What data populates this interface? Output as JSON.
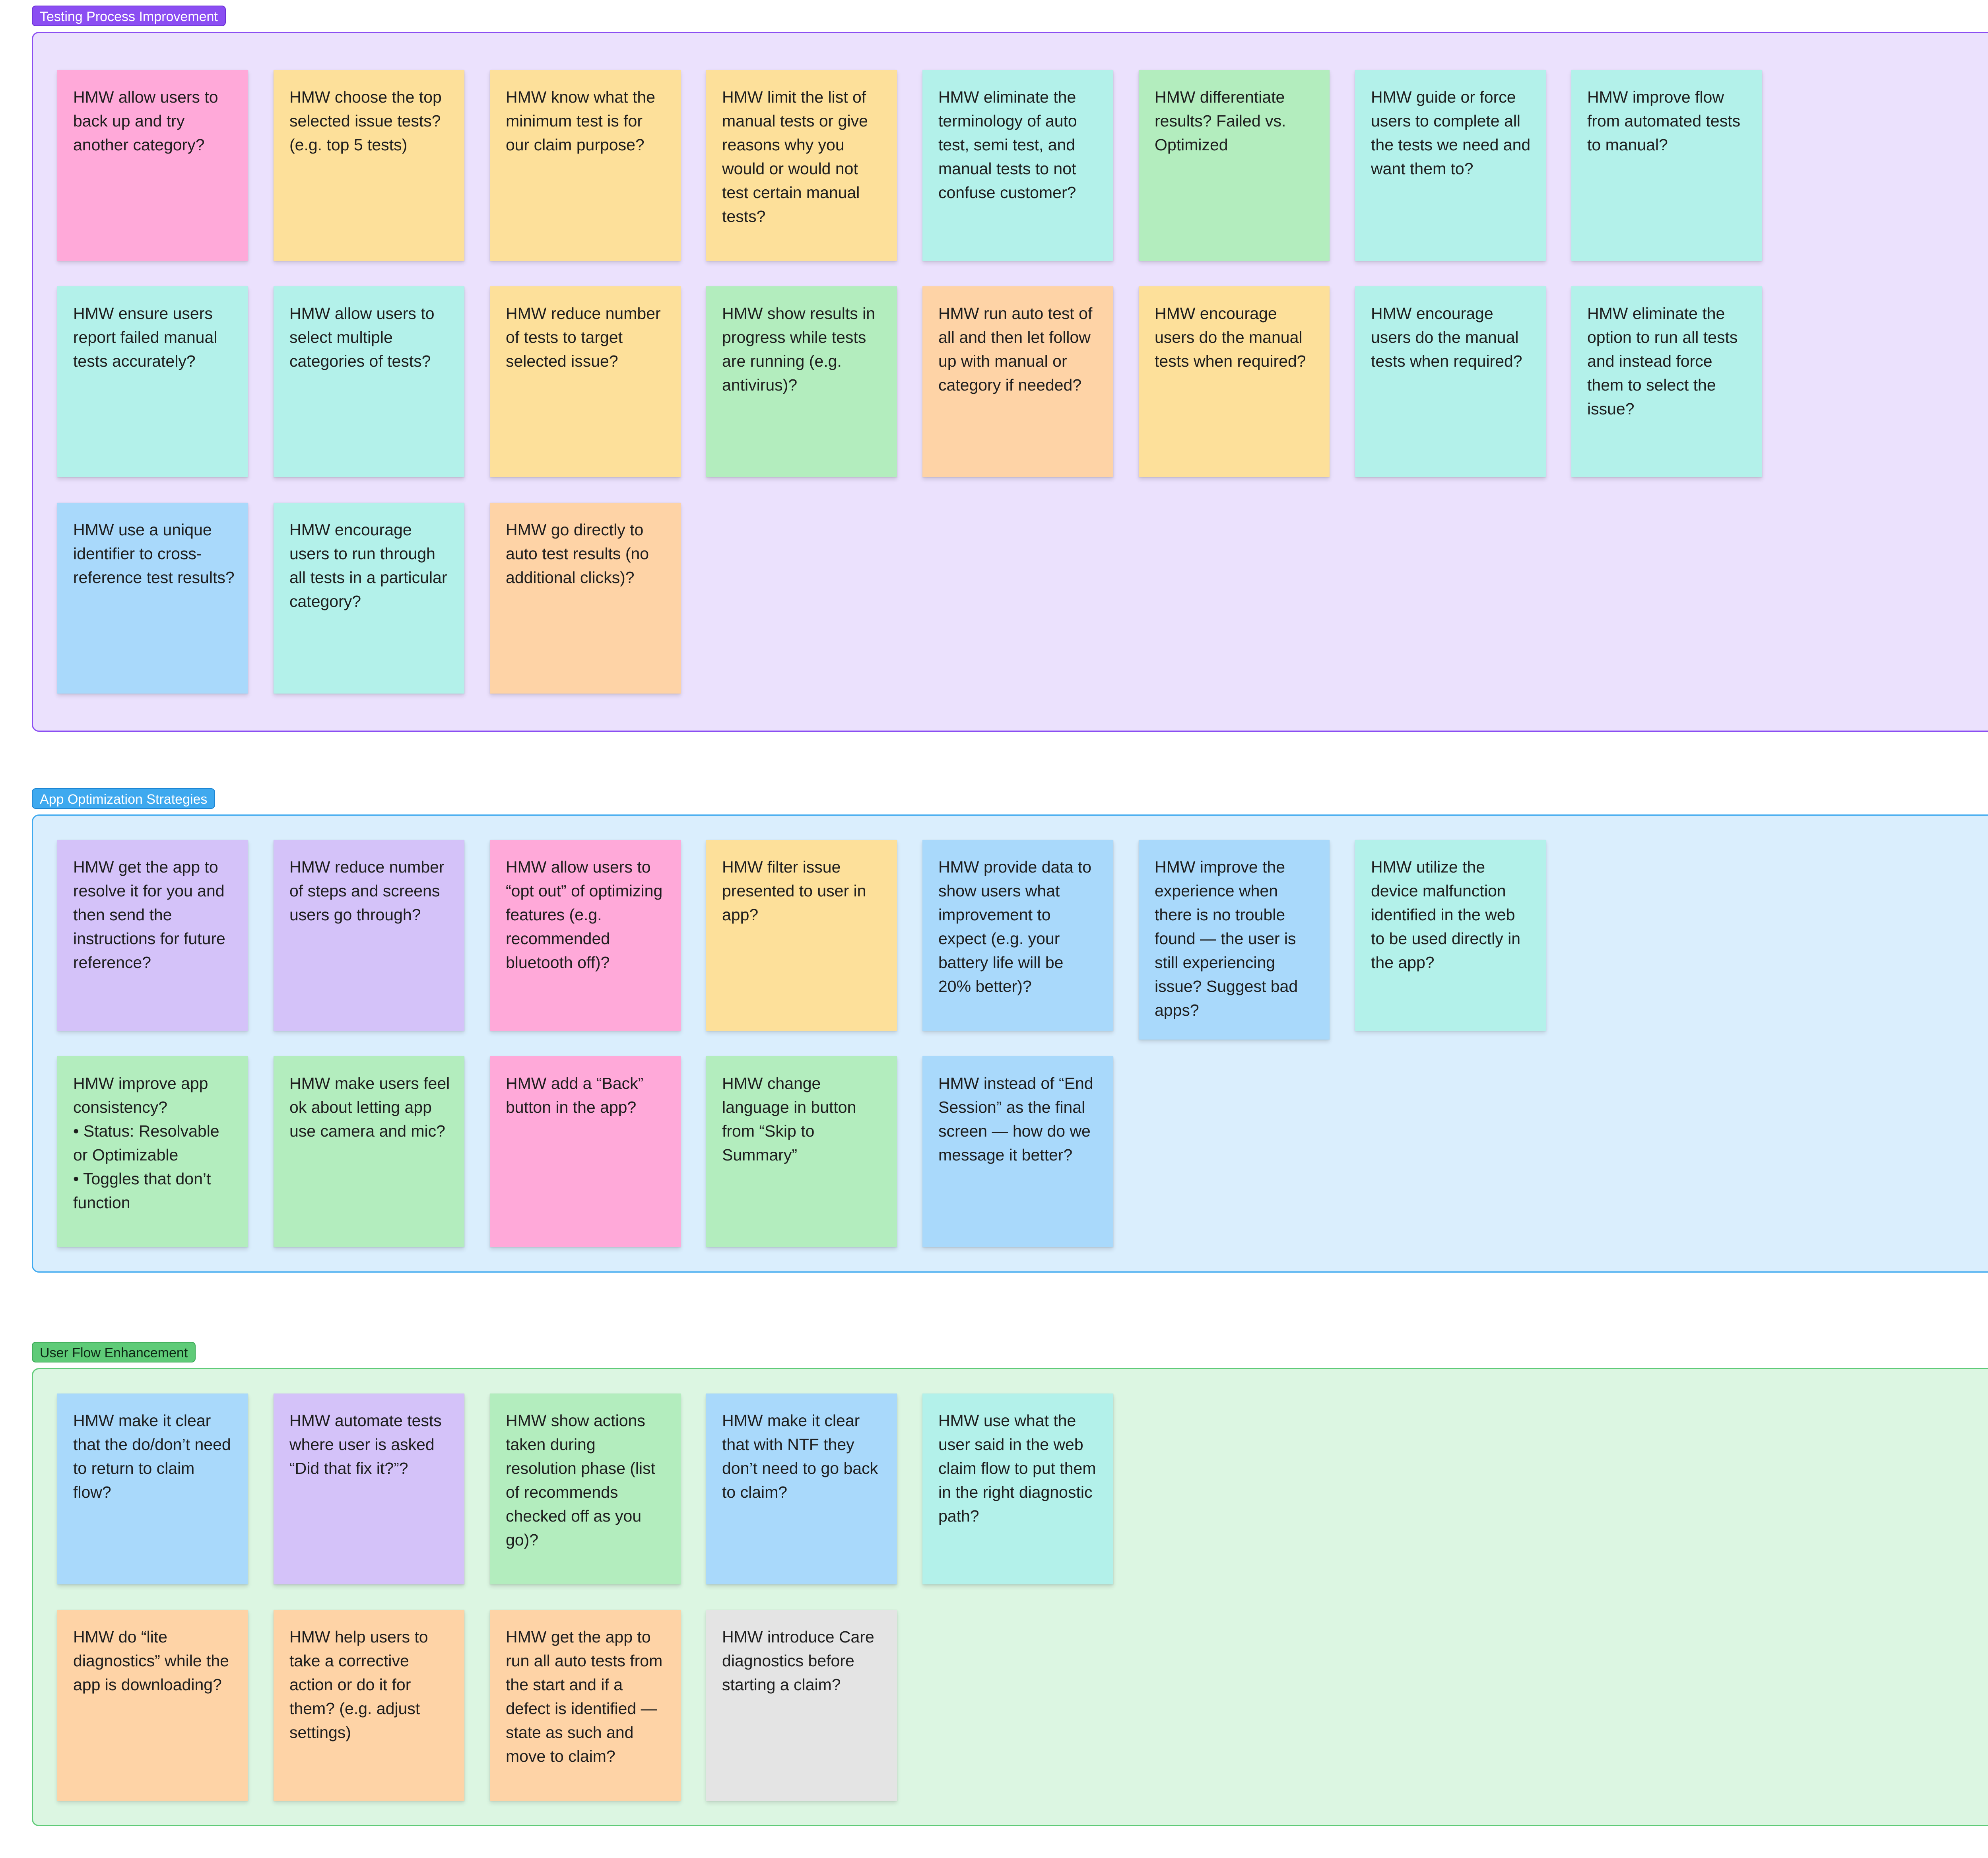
{
  "colors": {
    "pink": "#ffa9d9",
    "yellow": "#fde09a",
    "teal": "#b3f1ea",
    "green": "#b3edbe",
    "orange": "#fed3a6",
    "blue": "#a9d9fb",
    "violet": "#d4c2f9",
    "gray": "#e4e4e4"
  },
  "sections": [
    {
      "label": "Testing Process Improvement",
      "label_bg": "#8b4ef2",
      "label_text_color": "#ffffff",
      "border_color": "#8b4ef2",
      "fill_color": "#ebe1fd",
      "notes": [
        {
          "text": "HMW allow users to back up and try another category?",
          "color": "pink"
        },
        {
          "text": "HMW choose the top selected issue tests? (e.g.  top 5 tests)",
          "color": "yellow"
        },
        {
          "text": "HMW know what the minimum test is for our claim purpose?",
          "color": "yellow"
        },
        {
          "text": "HMW limit the list of manual tests or give reasons why you would or would not test certain manual tests?",
          "color": "yellow"
        },
        {
          "text": "HMW eliminate the terminology of auto test, semi test, and manual tests to not confuse customer?",
          "color": "teal"
        },
        {
          "text": "HMW differentiate results? Failed vs. Optimized",
          "color": "green"
        },
        {
          "text": "HMW guide or force users to complete all the tests we need and want them to?",
          "color": "teal"
        },
        {
          "text": "HMW improve flow from automated tests to manual?",
          "color": "teal"
        },
        {
          "text": "HMW ensure users report failed manual tests accurately?",
          "color": "teal"
        },
        {
          "text": "HMW allow users to select multiple categories of tests?",
          "color": "teal"
        },
        {
          "text": "HMW reduce number of tests to target selected issue?",
          "color": "yellow"
        },
        {
          "text": "HMW show results in progress while tests are running (e.g. antivirus)?",
          "color": "green"
        },
        {
          "text": "HMW run auto test of all and then let follow up with manual or category if needed?",
          "color": "orange"
        },
        {
          "text": "HMW encourage users do the manual tests when required?",
          "color": "yellow"
        },
        {
          "text": "HMW encourage users do the manual tests when required?",
          "color": "teal"
        },
        {
          "text": "HMW eliminate the option to run all tests and instead force them to select the issue?",
          "color": "teal"
        },
        {
          "text": "HMW use a unique identifier to cross-reference test results?",
          "color": "blue"
        },
        {
          "text": "HMW encourage users to run through all tests in a particular category?",
          "color": "teal"
        },
        {
          "text": "HMW go directly to auto test results (no additional clicks)?",
          "color": "orange"
        }
      ]
    },
    {
      "label": "App Optimization Strategies",
      "label_bg": "#3ea9ef",
      "label_text_color": "#ffffff",
      "border_color": "#3ea9ef",
      "fill_color": "#daeefd",
      "notes": [
        {
          "text": "HMW get the app to resolve it for you and then send the instructions for future reference?",
          "color": "violet"
        },
        {
          "text": "HMW reduce number of steps and screens users go through?",
          "color": "violet"
        },
        {
          "text": "HMW allow users to “opt out” of optimizing features (e.g. recommended bluetooth off)?",
          "color": "pink"
        },
        {
          "text": "HMW filter issue presented to user in app?",
          "color": "yellow"
        },
        {
          "text": "HMW provide data to show users what improvement to expect (e.g. your battery life will be 20% better)?",
          "color": "blue"
        },
        {
          "text": "HMW improve the experience when there is no trouble found — the user is still experiencing issue? Suggest bad apps?",
          "color": "blue"
        },
        {
          "text": "HMW utilize the device malfunction identified in the web to be used directly in the app?",
          "color": "teal"
        },
        {
          "text": "HMW improve app consistency?\n• Status: Resolvable or Optimizable\n• Toggles that don’t function",
          "color": "green"
        },
        {
          "text": "HMW make users feel ok about letting app use camera and mic?",
          "color": "green"
        },
        {
          "text": "HMW add a “Back” button in the app?",
          "color": "pink"
        },
        {
          "text": "HMW change language in button from “Skip to Summary”",
          "color": "green"
        },
        {
          "text": "HMW instead of “End Session” as the final screen — how do we message it better?",
          "color": "blue"
        }
      ]
    },
    {
      "label": "User Flow Enhancement",
      "label_bg": "#5fcb78",
      "label_text_color": "#0d2614",
      "border_color": "#5fcb78",
      "fill_color": "#dcf6e2",
      "notes": [
        {
          "text": "HMW make it clear that the do/don’t need to return to claim flow?",
          "color": "blue"
        },
        {
          "text": "HMW automate tests where user is asked “Did that fix it?”?",
          "color": "violet"
        },
        {
          "text": "HMW show actions taken during resolution phase (list of recommends checked off as you go)?",
          "color": "green"
        },
        {
          "text": "HMW make it clear that with NTF they don’t need to go back to claim?",
          "color": "blue"
        },
        {
          "text": "HMW use what the user said in the web claim flow to put them in the right diagnostic path?",
          "color": "teal"
        },
        {
          "text": "HMW do “lite diagnostics” while the app is downloading?",
          "color": "orange"
        },
        {
          "text": "HMW help users to take a corrective action or do it for them? (e.g. adjust settings)",
          "color": "orange"
        },
        {
          "text": "HMW get the app to run all auto tests from the start and if a defect is identified — state as such and move to claim?",
          "color": "orange"
        },
        {
          "text": "HMW introduce Care diagnostics before starting a claim?",
          "color": "gray"
        }
      ]
    }
  ]
}
